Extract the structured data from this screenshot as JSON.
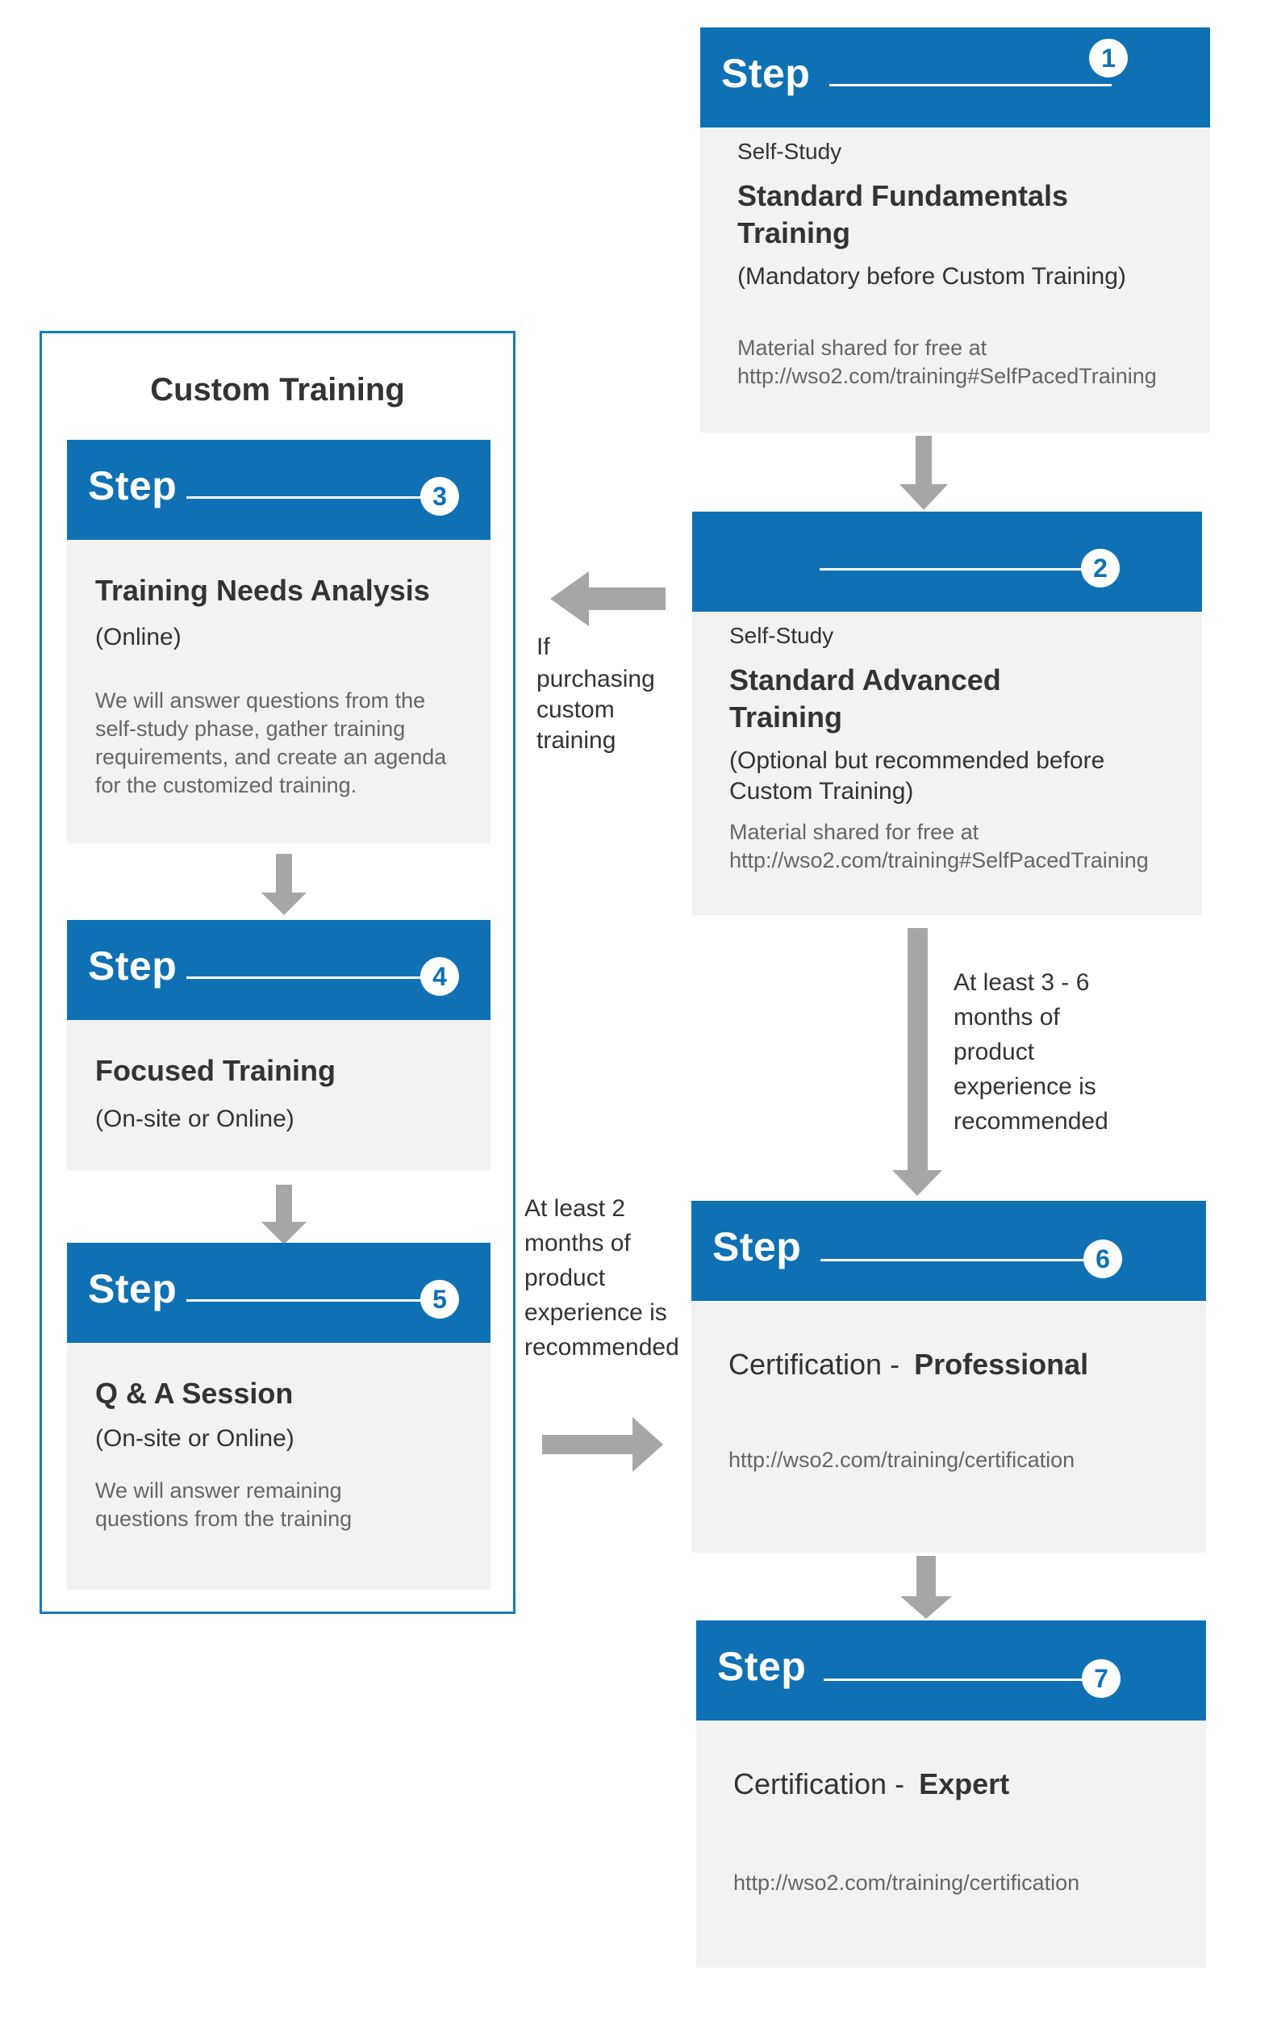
{
  "custom_group": {
    "title": "Custom Training"
  },
  "step_label": "Step",
  "steps": [
    {
      "number": "1",
      "header_word": "Step",
      "type": "Self-Study",
      "title_line1": "Standard Fundamentals",
      "title_line2": "Training",
      "note": "(Mandatory before Custom Training)",
      "material_line1": "Material shared for free at",
      "material_line2": "http://wso2.com/training#SelfPacedTraining"
    },
    {
      "number": "2",
      "header_word": "",
      "type": "Self-Study",
      "title_line1": "Standard Advanced",
      "title_line2": "Training",
      "note_line1": "(Optional but recommended before",
      "note_line2": "Custom Training)",
      "material_line1": "Material shared for free at",
      "material_line2": "http://wso2.com/training#SelfPacedTraining"
    },
    {
      "number": "3",
      "header_word": "Step",
      "title": "Training Needs Analysis",
      "mode": "(Online)",
      "desc_line1": "We will answer questions from the",
      "desc_line2": "self-study phase, gather training",
      "desc_line3": "requirements, and create an agenda",
      "desc_line4": "for the customized training."
    },
    {
      "number": "4",
      "header_word": "Step",
      "title": "Focused Training",
      "mode": "(On-site or Online)"
    },
    {
      "number": "5",
      "header_word": "Step",
      "title": "Q & A Session",
      "mode": "(On-site or Online)",
      "desc_line1": "We will answer remaining",
      "desc_line2": "questions from the training"
    },
    {
      "number": "6",
      "header_word": "Step",
      "title_prefix": "Certification -",
      "title_level": "Professional",
      "link": "http://wso2.com/training/certification"
    },
    {
      "number": "7",
      "header_word": "Step",
      "title_prefix": "Certification -",
      "title_level": "Expert",
      "link": "http://wso2.com/training/certification"
    }
  ],
  "annotations": {
    "if_custom": [
      "If",
      "purchasing",
      "custom",
      "training"
    ],
    "three_six_months": [
      "At least 3 - 6",
      "months of",
      "product",
      "experience is",
      "recommended"
    ],
    "two_months": [
      "At least 2",
      "months of",
      "product",
      "experience is",
      "recommended"
    ]
  },
  "colors": {
    "header_blue": "#0f71b3",
    "body_grey": "#f2f2f2",
    "arrow_grey": "#a6a6a6",
    "frame_blue": "#1a7ab8"
  }
}
